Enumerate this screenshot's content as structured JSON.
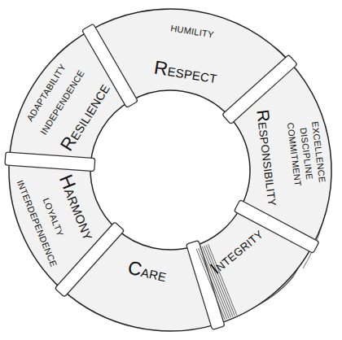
{
  "diagram": {
    "nodes": [
      {
        "text": [
          "RESPECT",
          "HUMILITY"
        ]
      },
      {
        "text": [
          "RESPONSIBILITY",
          "COMMITMENT",
          "DISCIPLINE",
          "EXCELLENCE"
        ]
      },
      {
        "text": [
          "INTEGRITY"
        ]
      },
      {
        "text": [
          "CARE"
        ]
      },
      {
        "text": [
          "HARMONY",
          "LOYALTY",
          "INTERDEPENDENCE"
        ]
      },
      {
        "text": [
          "RESILIENCE",
          "INDEPENDENCE",
          "ADAPTABILITY"
        ]
      }
    ]
  }
}
